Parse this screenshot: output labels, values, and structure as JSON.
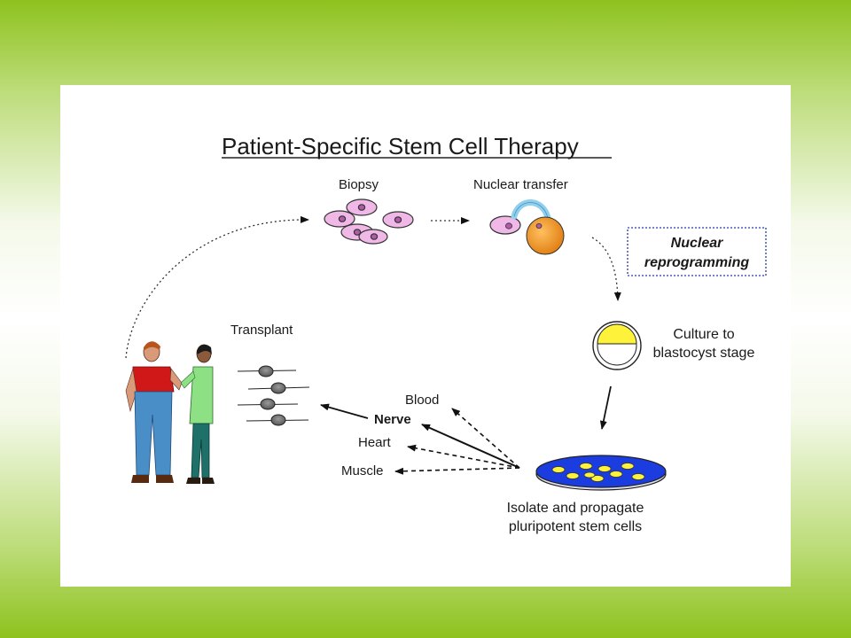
{
  "title": "Patient-Specific Stem Cell Therapy",
  "labels": {
    "biopsy": "Biopsy",
    "nuclear_transfer": "Nuclear transfer",
    "nuclear_reprogramming_line1": "Nuclear",
    "nuclear_reprogramming_line2": "reprogramming",
    "culture_line1": "Culture to",
    "culture_line2": "blastocyst stage",
    "isolate_line1": "Isolate and propagate",
    "isolate_line2": "pluripotent stem cells",
    "transplant": "Transplant"
  },
  "cell_types": [
    "Blood",
    "Nerve",
    "Heart",
    "Muscle"
  ],
  "colors": {
    "background_green": "#8ec21e",
    "cell_pink": "#f0b8e6",
    "egg_orange": "#f59a20",
    "nuclear_transfer_arrow": "#8fd0ee",
    "blastocyst_yellow": "#fff23a",
    "dish_blue": "#1b3de0",
    "reprogramming_box_border": "#2a3aa8"
  }
}
